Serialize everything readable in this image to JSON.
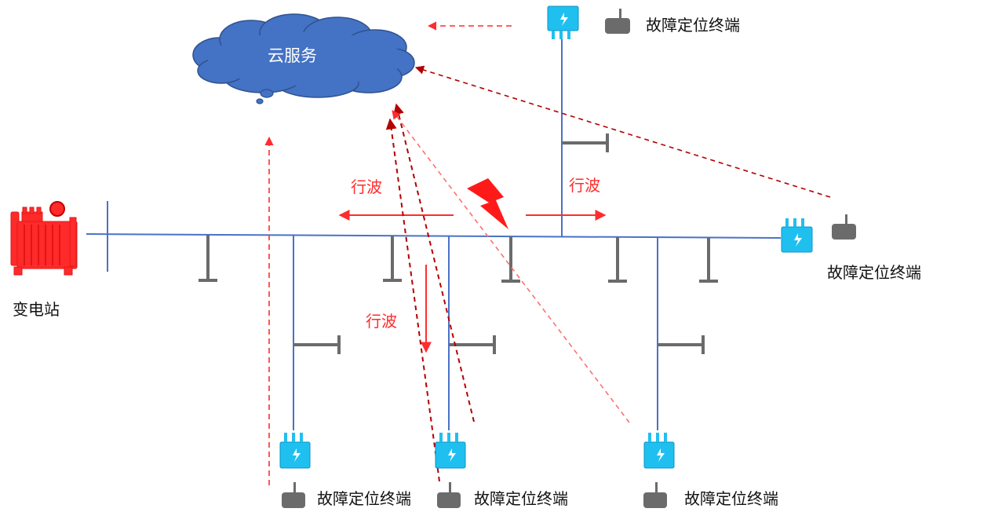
{
  "cloud": {
    "label": "云服务"
  },
  "station": {
    "label": "变电站"
  },
  "wave_labels": [
    "行波",
    "行波",
    "行波"
  ],
  "terminals": [
    {
      "id": "top",
      "label": "故障定位终端"
    },
    {
      "id": "right",
      "label": "故障定位终端"
    },
    {
      "id": "bottom-1",
      "label": "故障定位终端"
    },
    {
      "id": "bottom-2",
      "label": "故障定位终端"
    },
    {
      "id": "bottom-3",
      "label": "故障定位终端"
    }
  ],
  "icons": {
    "device": "sensor-device-icon",
    "antenna": "antenna-terminal-icon",
    "transformer": "transformer-icon",
    "fault": "lightning-fault-icon",
    "cloud": "cloud-icon"
  },
  "colors": {
    "line": "#4a72c6",
    "ground": "#6b6b6b",
    "device": "#1fc0ef",
    "device_dark": "#0d93c4",
    "arrow": "#ff2d2d",
    "dark_arrow": "#b30000",
    "cloud_fill": "#4472c4",
    "cloud_stroke": "#2f528f",
    "transformer": "#ff2a2a",
    "terminal": "#6b6b6b"
  }
}
